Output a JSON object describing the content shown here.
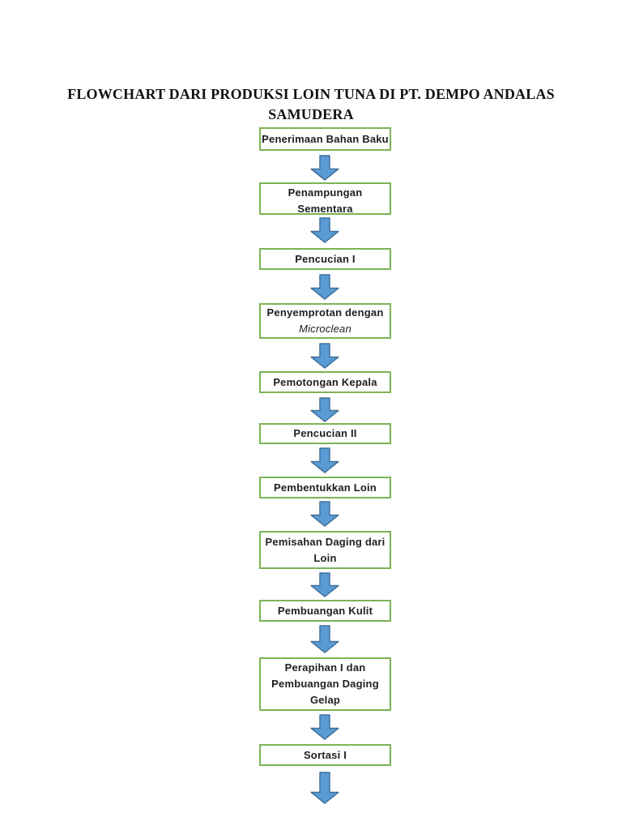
{
  "title": {
    "line1": "FLOWCHART DARI PRODUKSI LOIN TUNA DI PT. DEMPO ANDALAS",
    "line2": "SAMUDERA"
  },
  "flowchart": {
    "steps": [
      {
        "lines": [
          "Penerimaan Bahan Baku"
        ]
      },
      {
        "lines": [
          "Penampungan",
          "Sementara"
        ]
      },
      {
        "lines": [
          "Pencucian I"
        ]
      },
      {
        "lines": [
          "Penyemprotan dengan",
          "Microclean"
        ]
      },
      {
        "lines": [
          "Pemotongan Kepala"
        ]
      },
      {
        "lines": [
          "Pencucian II"
        ]
      },
      {
        "lines": [
          "Pembentukkan Loin"
        ]
      },
      {
        "lines": [
          "Pemisahan Daging dari",
          "Loin"
        ]
      },
      {
        "lines": [
          "Pembuangan Kulit"
        ]
      },
      {
        "lines": [
          "Perapihan I dan",
          "Pembuangan Daging",
          "Gelap"
        ]
      },
      {
        "lines": [
          "Sortasi I"
        ]
      }
    ]
  },
  "colors": {
    "box_border": "#7CB456",
    "arrow_fill": "#5B9BD5",
    "arrow_stroke": "#41719C",
    "text": "#1f1f1f"
  }
}
